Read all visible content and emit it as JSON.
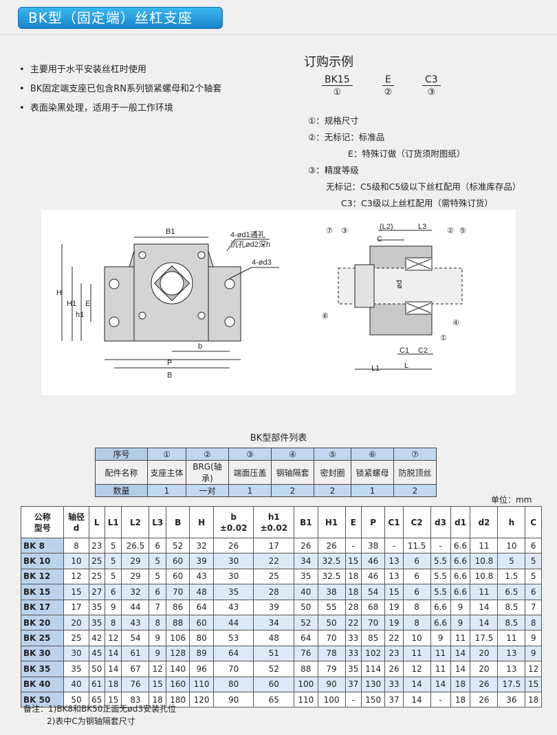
{
  "title": "BK型（固定端）丝杠支座",
  "bullets": [
    "主要用于水平安装丝杠时使用",
    "BK固定端支座已包含RN系列锁紧螺母和2个轴套",
    "表面染黑处理，适用于一般工作环境"
  ],
  "order": {
    "title": "订购示例",
    "codes": [
      {
        "text": "BK15",
        "num": "①"
      },
      {
        "text": "E",
        "num": "②"
      },
      {
        "text": "C3",
        "num": "③"
      }
    ],
    "notes": [
      "①：规格尺寸",
      "②：无标记：标准品",
      "E：特殊订做（订货须附图纸）",
      "③：精度等级",
      "无标记：C5级和C5级以下丝杠配用（标准库存品）",
      "C3：C3级以上丝杠配用（需特殊订货）"
    ]
  },
  "diagram_left": {
    "b1": "B1",
    "hole1a": "4-ød1通孔",
    "hole1b": "沉孔ød2深h",
    "hole2": "4-ød3",
    "h": "H",
    "h1": "H1",
    "h1s": "h1",
    "e": "E",
    "b": "b",
    "p": "P",
    "B": "B"
  },
  "diagram_right": {
    "l2": "(L2)",
    "l3": "L3",
    "c": "C",
    "d": "ød",
    "c1": "C1",
    "c2": "C2",
    "l1": "L1",
    "l": "L",
    "callouts": [
      "⑦",
      "③",
      "②",
      "⑤",
      "⑥",
      "④",
      "①"
    ]
  },
  "parts_title": "BK型部件列表",
  "parts": {
    "rows": [
      [
        "序号",
        "①",
        "②",
        "③",
        "④",
        "⑤",
        "⑥",
        "⑦"
      ],
      [
        "配件名称",
        "支座主体",
        "BRG(轴承)",
        "端面压盖",
        "钢轴隔套",
        "密封圈",
        "锁紧螺母",
        "防脱顶丝"
      ],
      [
        "数量",
        "1",
        "一对",
        "1",
        "2",
        "2",
        "1",
        "2"
      ]
    ]
  },
  "unit": "单位：mm",
  "table": {
    "headers": [
      [
        "公称",
        "型号"
      ],
      [
        "轴径",
        "d"
      ],
      [
        "L"
      ],
      [
        "L1"
      ],
      [
        "L2"
      ],
      [
        "L3"
      ],
      [
        "B"
      ],
      [
        "H"
      ],
      [
        "b",
        "±0.02"
      ],
      [
        "h1",
        "±0.02"
      ],
      [
        "B1"
      ],
      [
        "H1"
      ],
      [
        "E"
      ],
      [
        "P"
      ],
      [
        "C1"
      ],
      [
        "C2"
      ],
      [
        "d3"
      ],
      [
        "d1"
      ],
      [
        "d2"
      ],
      [
        "h"
      ],
      [
        "C"
      ]
    ],
    "rows": [
      [
        "BK 8",
        "8",
        "23",
        "5",
        "26.5",
        "6",
        "52",
        "32",
        "26",
        "17",
        "26",
        "26",
        "-",
        "38",
        "-",
        "11.5",
        "-",
        "6.6",
        "11",
        "10",
        "6"
      ],
      [
        "BK 10",
        "10",
        "25",
        "5",
        "29",
        "5",
        "60",
        "39",
        "30",
        "22",
        "34",
        "32.5",
        "15",
        "46",
        "13",
        "6",
        "5.5",
        "6.6",
        "10.8",
        "5",
        "5"
      ],
      [
        "BK 12",
        "12",
        "25",
        "5",
        "29",
        "5",
        "60",
        "43",
        "30",
        "25",
        "35",
        "32.5",
        "18",
        "46",
        "13",
        "6",
        "5.5",
        "6.6",
        "10.8",
        "1.5",
        "5"
      ],
      [
        "BK 15",
        "15",
        "27",
        "6",
        "32",
        "6",
        "70",
        "48",
        "35",
        "28",
        "40",
        "38",
        "18",
        "54",
        "15",
        "6",
        "5.5",
        "6.6",
        "11",
        "6.5",
        "6"
      ],
      [
        "BK 17",
        "17",
        "35",
        "9",
        "44",
        "7",
        "86",
        "64",
        "43",
        "39",
        "50",
        "55",
        "28",
        "68",
        "19",
        "8",
        "6.6",
        "9",
        "14",
        "8.5",
        "7"
      ],
      [
        "BK 20",
        "20",
        "35",
        "8",
        "43",
        "8",
        "88",
        "60",
        "44",
        "34",
        "52",
        "50",
        "22",
        "70",
        "19",
        "8",
        "6.6",
        "9",
        "14",
        "8.5",
        "8"
      ],
      [
        "BK 25",
        "25",
        "42",
        "12",
        "54",
        "9",
        "106",
        "80",
        "53",
        "48",
        "64",
        "70",
        "33",
        "85",
        "22",
        "10",
        "9",
        "11",
        "17.5",
        "11",
        "9"
      ],
      [
        "BK 30",
        "30",
        "45",
        "14",
        "61",
        "9",
        "128",
        "89",
        "64",
        "51",
        "76",
        "78",
        "33",
        "102",
        "23",
        "11",
        "11",
        "14",
        "20",
        "13",
        "9"
      ],
      [
        "BK 35",
        "35",
        "50",
        "14",
        "67",
        "12",
        "140",
        "96",
        "70",
        "52",
        "88",
        "79",
        "35",
        "114",
        "26",
        "12",
        "11",
        "14",
        "20",
        "13",
        "12"
      ],
      [
        "BK 40",
        "40",
        "61",
        "18",
        "76",
        "15",
        "160",
        "110",
        "80",
        "60",
        "100",
        "90",
        "37",
        "130",
        "33",
        "14",
        "14",
        "18",
        "26",
        "17.5",
        "15"
      ],
      [
        "BK 50",
        "50",
        "65",
        "15",
        "83",
        "18",
        "180",
        "120",
        "90",
        "65",
        "110",
        "100",
        "-",
        "150",
        "37",
        "14",
        "-",
        "18",
        "26",
        "36",
        "18"
      ]
    ]
  },
  "remarks": [
    "备注：1)BK8和BK50正面无ød3安装孔位",
    "2)表中C为钢轴隔套尺寸"
  ]
}
